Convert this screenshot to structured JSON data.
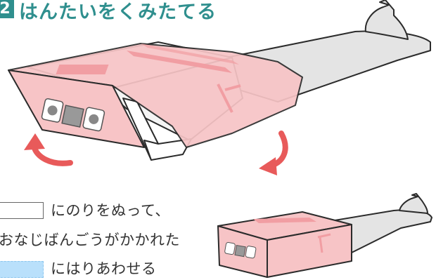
{
  "step": {
    "number": "2",
    "title": "はんたいをくみたてる"
  },
  "legend": {
    "line1": "にのりをぬって、",
    "line2": "おなじばんごうがかかれた",
    "line3": "にはりあわせる"
  },
  "colors": {
    "title": "#2f8f8e",
    "pink_fill": "#f7c4c6",
    "pink_dark": "#f19ea3",
    "arrow": "#e85a5a",
    "gray_fill": "#e4e4e4",
    "outline": "#2b2b2b",
    "glue_blue": "#b9e0fb"
  }
}
